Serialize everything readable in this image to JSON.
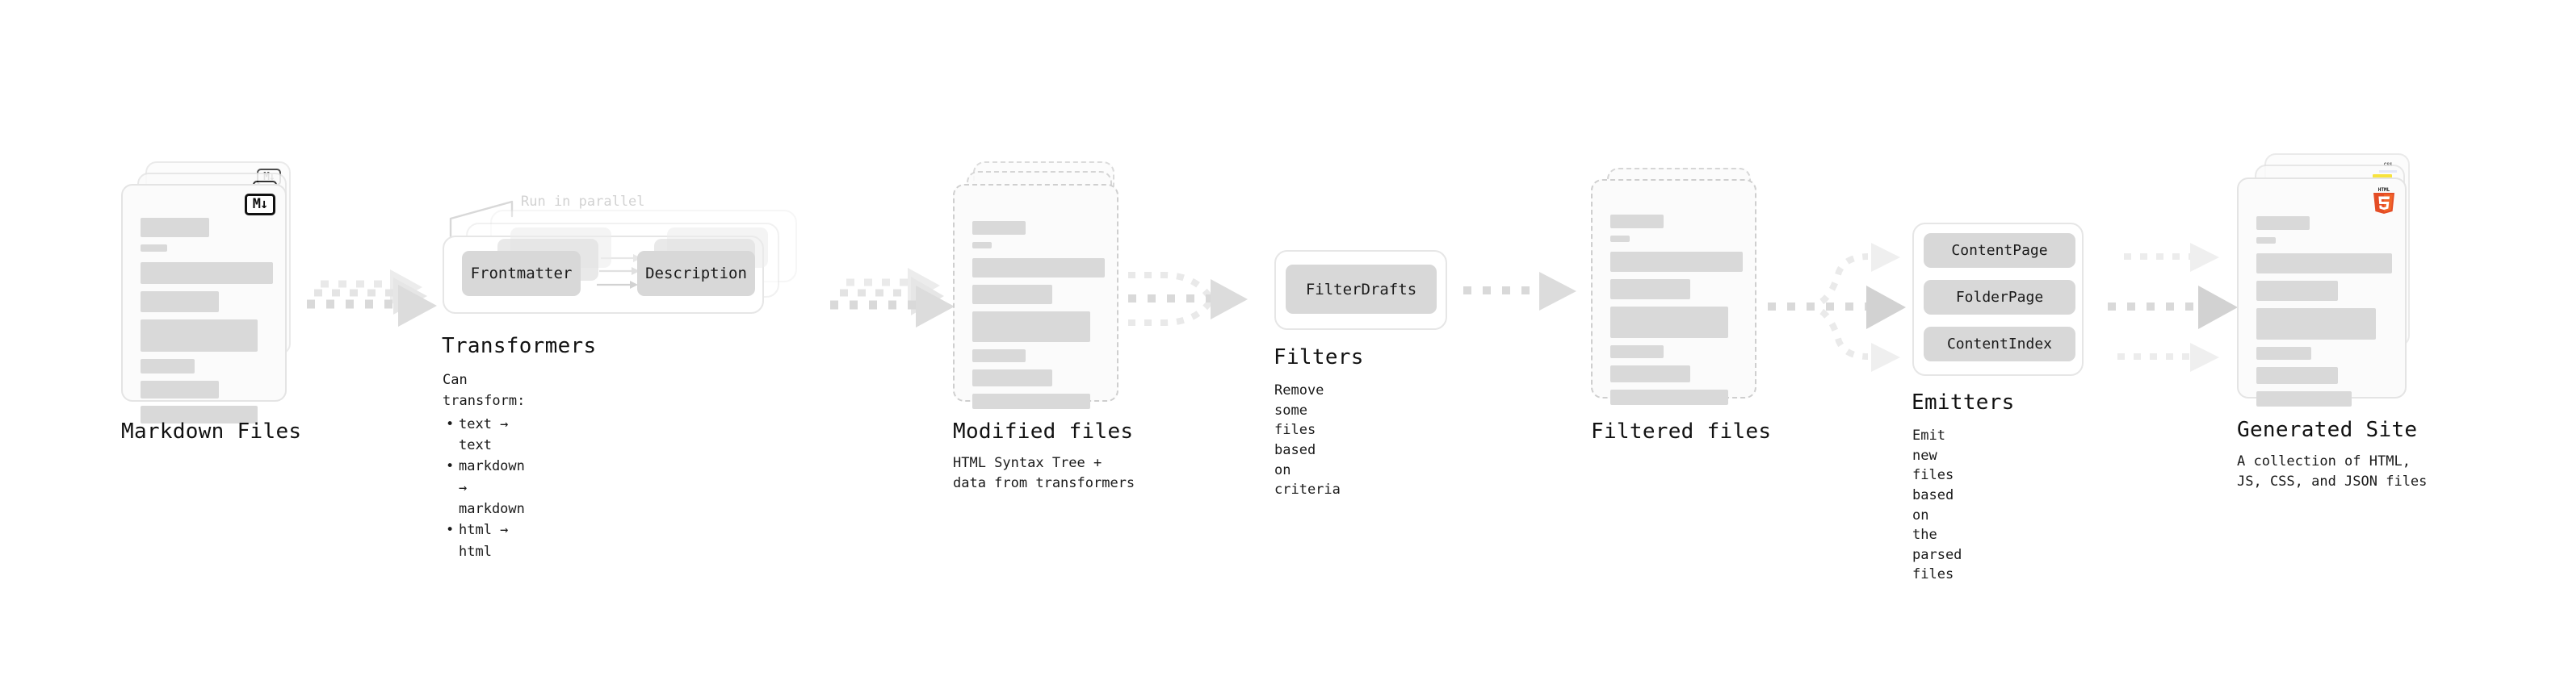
{
  "diagram": {
    "type": "pipeline-flow",
    "palette": {
      "background": "#ffffff",
      "card_fill": "#fbfbfb",
      "card_border": "#e4e4e4",
      "card_border_dashed": "#cfcfcf",
      "content_bar": "#d9d9d9",
      "chip_fill": "#d8d8d8",
      "arrow": "#d4d4d4",
      "text": "#111111",
      "muted_text": "#d2d2d2",
      "js_yellow": "#f7df1e",
      "css_blue": "#264de4",
      "html5_orange": "#e44d26"
    },
    "annotation": {
      "run_in_parallel": "Run in parallel"
    },
    "stages": [
      {
        "id": "markdown-files",
        "title": "Markdown Files",
        "subtitle": "",
        "kind": "document-stack",
        "badge": "markdown-badge",
        "badge_text": "M↓"
      },
      {
        "id": "transformers",
        "title": "Transformers",
        "kind": "group-box",
        "chips": [
          "Frontmatter",
          "Description"
        ],
        "bullets_head": "Can transform:",
        "bullets": [
          "text → text",
          "markdown → markdown",
          "html → html"
        ]
      },
      {
        "id": "modified-files",
        "title": "Modified files",
        "subtitle": "HTML Syntax Tree +\ndata from transformers",
        "kind": "document-stack-dashed"
      },
      {
        "id": "filters",
        "title": "Filters",
        "subtitle": "Remove some files based\non criteria",
        "kind": "group-box",
        "chips": [
          "FilterDrafts"
        ]
      },
      {
        "id": "filtered-files",
        "title": "Filtered files",
        "subtitle": "",
        "kind": "document-stack-dashed"
      },
      {
        "id": "emitters",
        "title": "Emitters",
        "subtitle": "Emit new files based on\nthe parsed files",
        "kind": "group-box",
        "chips": [
          "ContentPage",
          "FolderPage",
          "ContentIndex"
        ]
      },
      {
        "id": "generated-site",
        "title": "Generated Site",
        "subtitle": "A collection of HTML,\nJS, CSS, and JSON files",
        "kind": "document-stack",
        "badges": [
          "html5-icon",
          "js-badge",
          "css-badge"
        ],
        "html5_label": "HTML",
        "html5_digit": "5",
        "css_label": "CSS"
      }
    ],
    "connectors": [
      {
        "id": "c1",
        "from": "markdown-files",
        "to": "transformers",
        "style": "stacked-dashed-arrows",
        "count": 3
      },
      {
        "id": "c2",
        "from": "transformers",
        "to": "modified-files",
        "style": "stacked-dashed-arrows",
        "count": 3
      },
      {
        "id": "c3",
        "from": "modified-files",
        "to": "filters",
        "style": "merge-dashed-arrow",
        "count": 3
      },
      {
        "id": "c4",
        "from": "filters",
        "to": "filtered-files",
        "style": "single-dashed-arrow",
        "count": 1
      },
      {
        "id": "c5",
        "from": "filtered-files",
        "to": "emitters",
        "style": "branch-dashed-arrows",
        "count": 3
      },
      {
        "id": "c6",
        "from": "emitters",
        "to": "generated-site",
        "style": "parallel-dashed-arrows",
        "count": 3
      }
    ]
  }
}
